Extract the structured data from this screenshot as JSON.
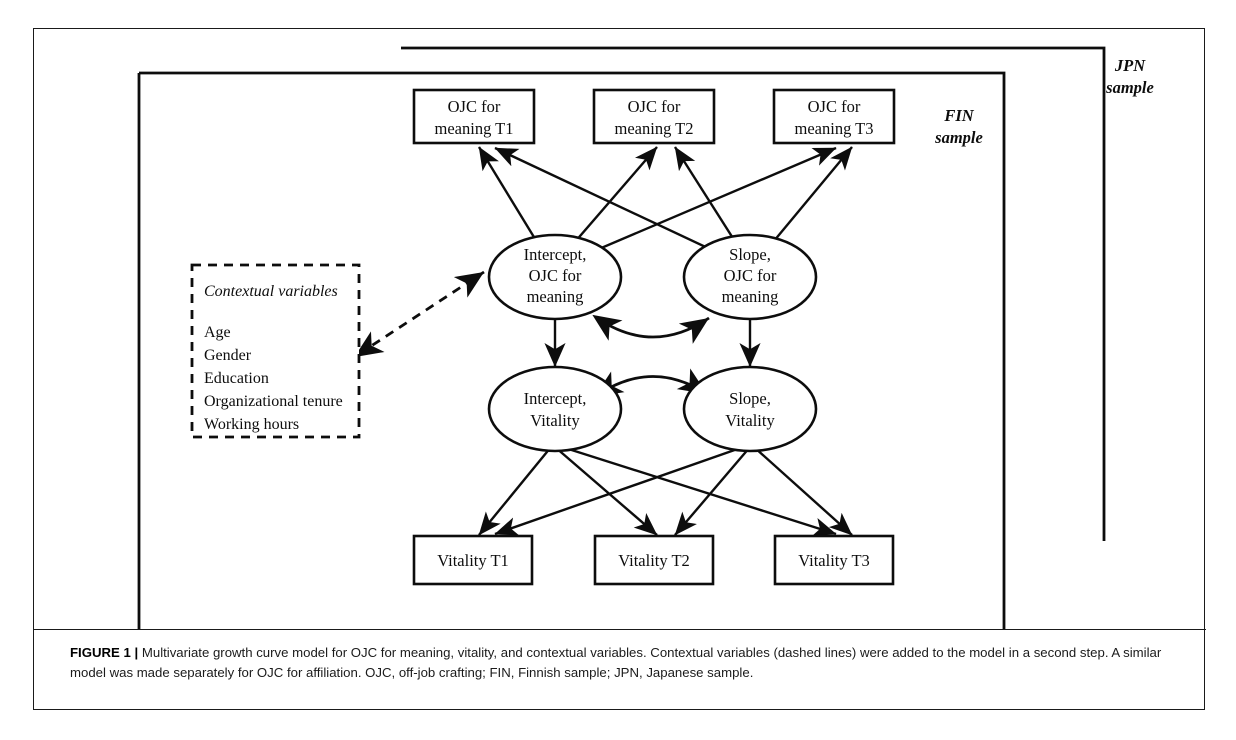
{
  "figure": {
    "label": "FIGURE 1",
    "separator": "|",
    "caption": "Multivariate growth curve model for OJC for meaning, vitality, and contextual variables. Contextual variables (dashed lines) were added to the model in a second step. A similar model was made separately for OJC for affiliation. OJC, off-job crafting; FIN, Finnish sample; JPN, Japanese sample."
  },
  "frames": {
    "outer_label_line1": "JPN",
    "outer_label_line2": "sample",
    "inner_label_line1": "FIN",
    "inner_label_line2": "sample"
  },
  "observed_top": [
    {
      "line1": "OJC for",
      "line2": "meaning T1"
    },
    {
      "line1": "OJC for",
      "line2": "meaning T2"
    },
    {
      "line1": "OJC for",
      "line2": "meaning T3"
    }
  ],
  "latent_upper": [
    {
      "line1": "Intercept,",
      "line2": "OJC for",
      "line3": "meaning"
    },
    {
      "line1": "Slope,",
      "line2": "OJC for",
      "line3": "meaning"
    }
  ],
  "latent_lower": [
    {
      "line1": "Intercept,",
      "line2": "Vitality"
    },
    {
      "line1": "Slope,",
      "line2": "Vitality"
    }
  ],
  "observed_bottom": [
    {
      "line1": "Vitality T1"
    },
    {
      "line1": "Vitality T2"
    },
    {
      "line1": "Vitality T3"
    }
  ],
  "contextual": {
    "title": "Contextual variables",
    "items": [
      "Age",
      "Gender",
      "Education",
      "Organizational tenure",
      "Working hours"
    ]
  },
  "colors": {
    "ink": "#0d0d0d",
    "paper": "#ffffff",
    "caption_text": "#1b1b1b"
  }
}
